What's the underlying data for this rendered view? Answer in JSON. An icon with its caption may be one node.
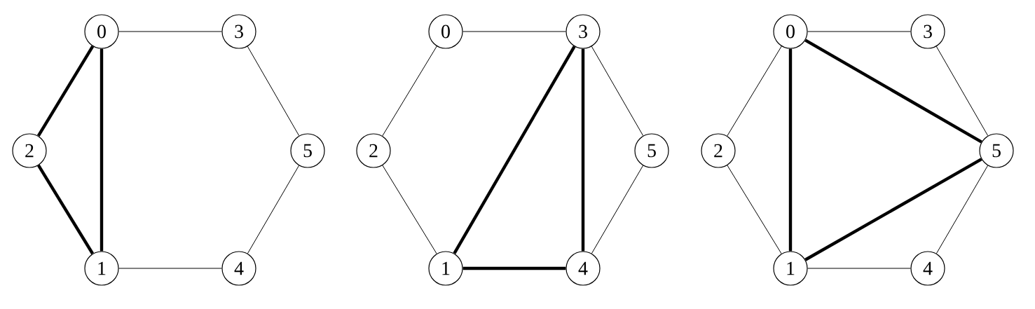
{
  "diagram": {
    "nodes": [
      {
        "text": [
          "0"
        ]
      },
      {
        "text": [
          "3"
        ]
      },
      {
        "text": [
          "2"
        ]
      },
      {
        "text": [
          "5"
        ]
      },
      {
        "text": [
          "1"
        ]
      },
      {
        "text": [
          "4"
        ]
      },
      {
        "text": [
          "0"
        ]
      },
      {
        "text": [
          "3"
        ]
      },
      {
        "text": [
          "2"
        ]
      },
      {
        "text": [
          "5"
        ]
      },
      {
        "text": [
          "1"
        ]
      },
      {
        "text": [
          "4"
        ]
      },
      {
        "text": [
          "0"
        ]
      },
      {
        "text": [
          "3"
        ]
      },
      {
        "text": [
          "2"
        ]
      },
      {
        "text": [
          "5"
        ]
      },
      {
        "text": [
          "1"
        ]
      },
      {
        "text": [
          "4"
        ]
      }
    ],
    "edges": [
      {
        "from": 0,
        "to": 1,
        "arrow": "none"
      },
      {
        "from": 1,
        "to": 3,
        "arrow": "none"
      },
      {
        "from": 3,
        "to": 5,
        "arrow": "none"
      },
      {
        "from": 5,
        "to": 4,
        "arrow": "none"
      },
      {
        "from": 4,
        "to": 2,
        "arrow": "none",
        "style": "thick"
      },
      {
        "from": 2,
        "to": 0,
        "arrow": "none",
        "style": "thick"
      },
      {
        "from": 0,
        "to": 4,
        "arrow": "none",
        "style": "thick"
      },
      {
        "from": 6,
        "to": 7,
        "arrow": "none"
      },
      {
        "from": 6,
        "to": 8,
        "arrow": "none"
      },
      {
        "from": 8,
        "to": 10,
        "arrow": "none"
      },
      {
        "from": 7,
        "to": 9,
        "arrow": "none"
      },
      {
        "from": 9,
        "to": 11,
        "arrow": "none"
      },
      {
        "from": 10,
        "to": 7,
        "arrow": "none",
        "style": "thick"
      },
      {
        "from": 7,
        "to": 11,
        "arrow": "none",
        "style": "thick"
      },
      {
        "from": 10,
        "to": 11,
        "arrow": "none",
        "style": "thick"
      },
      {
        "from": 12,
        "to": 13,
        "arrow": "none"
      },
      {
        "from": 13,
        "to": 15,
        "arrow": "none"
      },
      {
        "from": 15,
        "to": 17,
        "arrow": "none"
      },
      {
        "from": 17,
        "to": 16,
        "arrow": "none"
      },
      {
        "from": 16,
        "to": 14,
        "arrow": "none"
      },
      {
        "from": 14,
        "to": 12,
        "arrow": "none"
      },
      {
        "from": 12,
        "to": 16,
        "arrow": "none",
        "style": "thick"
      },
      {
        "from": 12,
        "to": 15,
        "arrow": "none",
        "style": "thick"
      },
      {
        "from": 16,
        "to": 15,
        "arrow": "none",
        "style": "thick"
      }
    ]
  }
}
